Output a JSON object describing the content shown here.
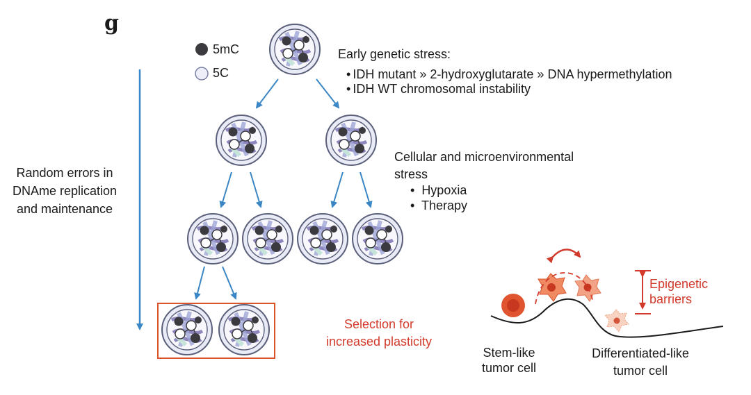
{
  "panel_letter": "g",
  "legend": {
    "methylated": {
      "label": "5mC",
      "color": "#3a3a3f"
    },
    "unmethylated": {
      "label": "5C",
      "color": "#eeeef8"
    }
  },
  "left_axis": {
    "lines": [
      "Random errors in",
      "DNAme replication",
      "and maintenance"
    ]
  },
  "early_stress": {
    "title": "Early genetic stress:",
    "items": [
      "IDH mutant » 2-hydroxyglutarate » DNA hypermethylation",
      "IDH WT chromosomal instability"
    ]
  },
  "micro_stress": {
    "title_lines": [
      "Cellular and microenvironmental",
      "stress"
    ],
    "items": [
      "Hypoxia",
      "Therapy"
    ]
  },
  "selection": {
    "lines": [
      "Selection for",
      "increased plasticity"
    ]
  },
  "barrier": {
    "lines": [
      "Epigenetic",
      "barriers"
    ]
  },
  "stem_label": {
    "lines": [
      "Stem-like",
      "tumor cell"
    ]
  },
  "diff_label": {
    "lines": [
      "Differentiated-like",
      "tumor cell"
    ]
  },
  "colors": {
    "arrow": "#3b86c4",
    "accent_red": "#d23a2b",
    "cell_ring": "#5a5f7a",
    "cell_fill": "#e9ebf6"
  }
}
